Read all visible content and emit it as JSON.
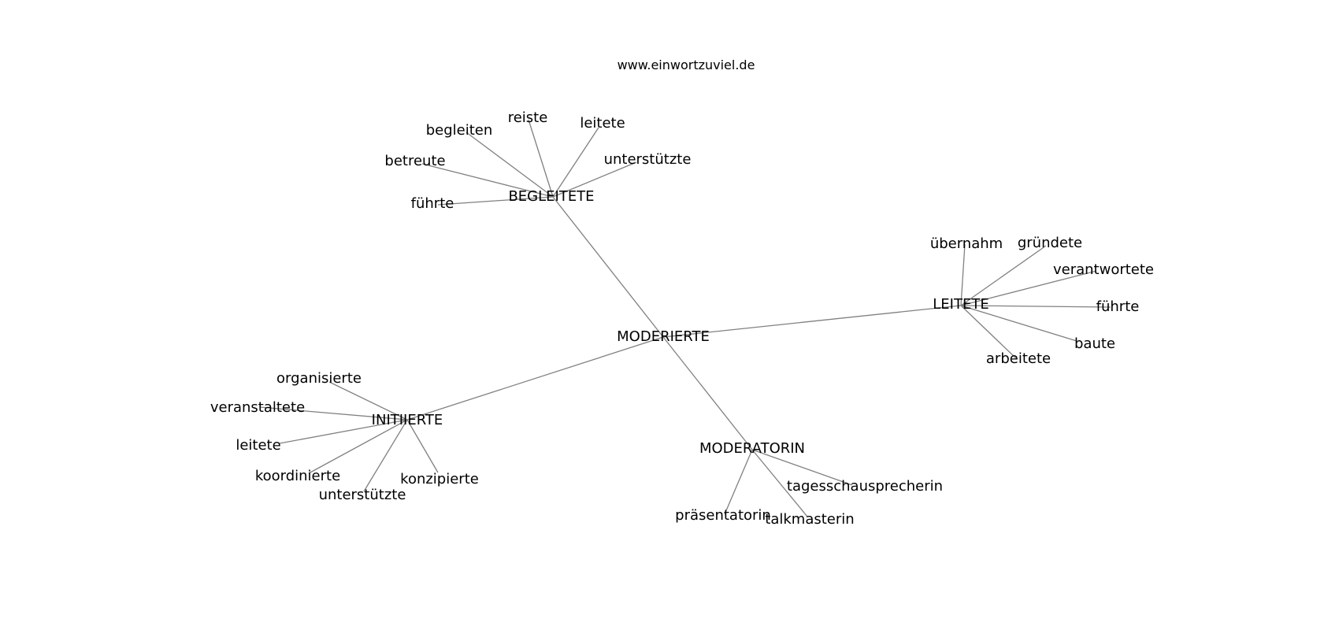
{
  "header": {
    "site": "www.einwortzuviel.de"
  },
  "graph": {
    "center": "MODERIERTE",
    "branches": [
      {
        "label": "BEGLEITETE",
        "leaves": [
          "begleiten",
          "reiste",
          "leitete",
          "unterstützte",
          "betreute",
          "führte"
        ]
      },
      {
        "label": "LEITETE",
        "leaves": [
          "übernahm",
          "gründete",
          "verantwortete",
          "führte",
          "baute",
          "arbeitete"
        ]
      },
      {
        "label": "INITIIERTE",
        "leaves": [
          "organisierte",
          "veranstaltete",
          "leitete",
          "koordinierte",
          "unterstützte",
          "konzipierte"
        ]
      },
      {
        "label": "MODERATORIN",
        "leaves": [
          "tagesschausprecherin",
          "präsentatorin",
          "talkmasterin"
        ]
      }
    ],
    "edge_color": "#808080"
  }
}
